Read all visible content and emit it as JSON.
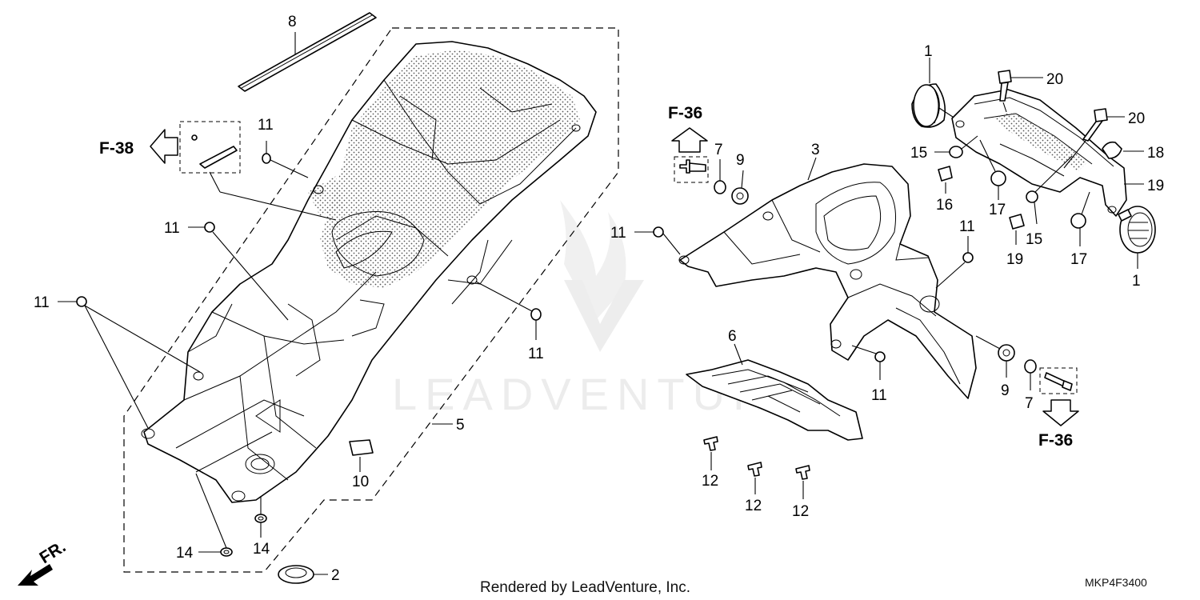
{
  "watermark": {
    "text": "LEADVENTURE"
  },
  "callouts": [
    {
      "id": "c8",
      "label": "8"
    },
    {
      "id": "c11a",
      "label": "11"
    },
    {
      "id": "c11b",
      "label": "11"
    },
    {
      "id": "c11c",
      "label": "11"
    },
    {
      "id": "c11d",
      "label": "11"
    },
    {
      "id": "c5",
      "label": "5"
    },
    {
      "id": "c10",
      "label": "10"
    },
    {
      "id": "c14a",
      "label": "14"
    },
    {
      "id": "c14b",
      "label": "14"
    },
    {
      "id": "c2",
      "label": "2"
    },
    {
      "id": "c7a",
      "label": "7"
    },
    {
      "id": "c9a",
      "label": "9"
    },
    {
      "id": "c3",
      "label": "3"
    },
    {
      "id": "c11e",
      "label": "11"
    },
    {
      "id": "c6",
      "label": "6"
    },
    {
      "id": "c12a",
      "label": "12"
    },
    {
      "id": "c12b",
      "label": "12"
    },
    {
      "id": "c12c",
      "label": "12"
    },
    {
      "id": "c11f",
      "label": "11"
    },
    {
      "id": "c11g",
      "label": "11"
    },
    {
      "id": "c9b",
      "label": "9"
    },
    {
      "id": "c7b",
      "label": "7"
    },
    {
      "id": "c1a",
      "label": "1"
    },
    {
      "id": "c1b",
      "label": "1"
    },
    {
      "id": "c20a",
      "label": "20"
    },
    {
      "id": "c20b",
      "label": "20"
    },
    {
      "id": "c15a",
      "label": "15"
    },
    {
      "id": "c15b",
      "label": "15"
    },
    {
      "id": "c18",
      "label": "18"
    },
    {
      "id": "c16",
      "label": "16"
    },
    {
      "id": "c19a",
      "label": "19"
    },
    {
      "id": "c19b",
      "label": "19"
    },
    {
      "id": "c17a",
      "label": "17"
    },
    {
      "id": "c17b",
      "label": "17"
    }
  ],
  "references": {
    "f38": "F-38",
    "f36_top": "F-36",
    "f36_bottom": "F-36",
    "front": "FR."
  },
  "footer": {
    "credit": "Rendered by LeadVenture, Inc.",
    "diagram_code": "MKP4F3400"
  }
}
